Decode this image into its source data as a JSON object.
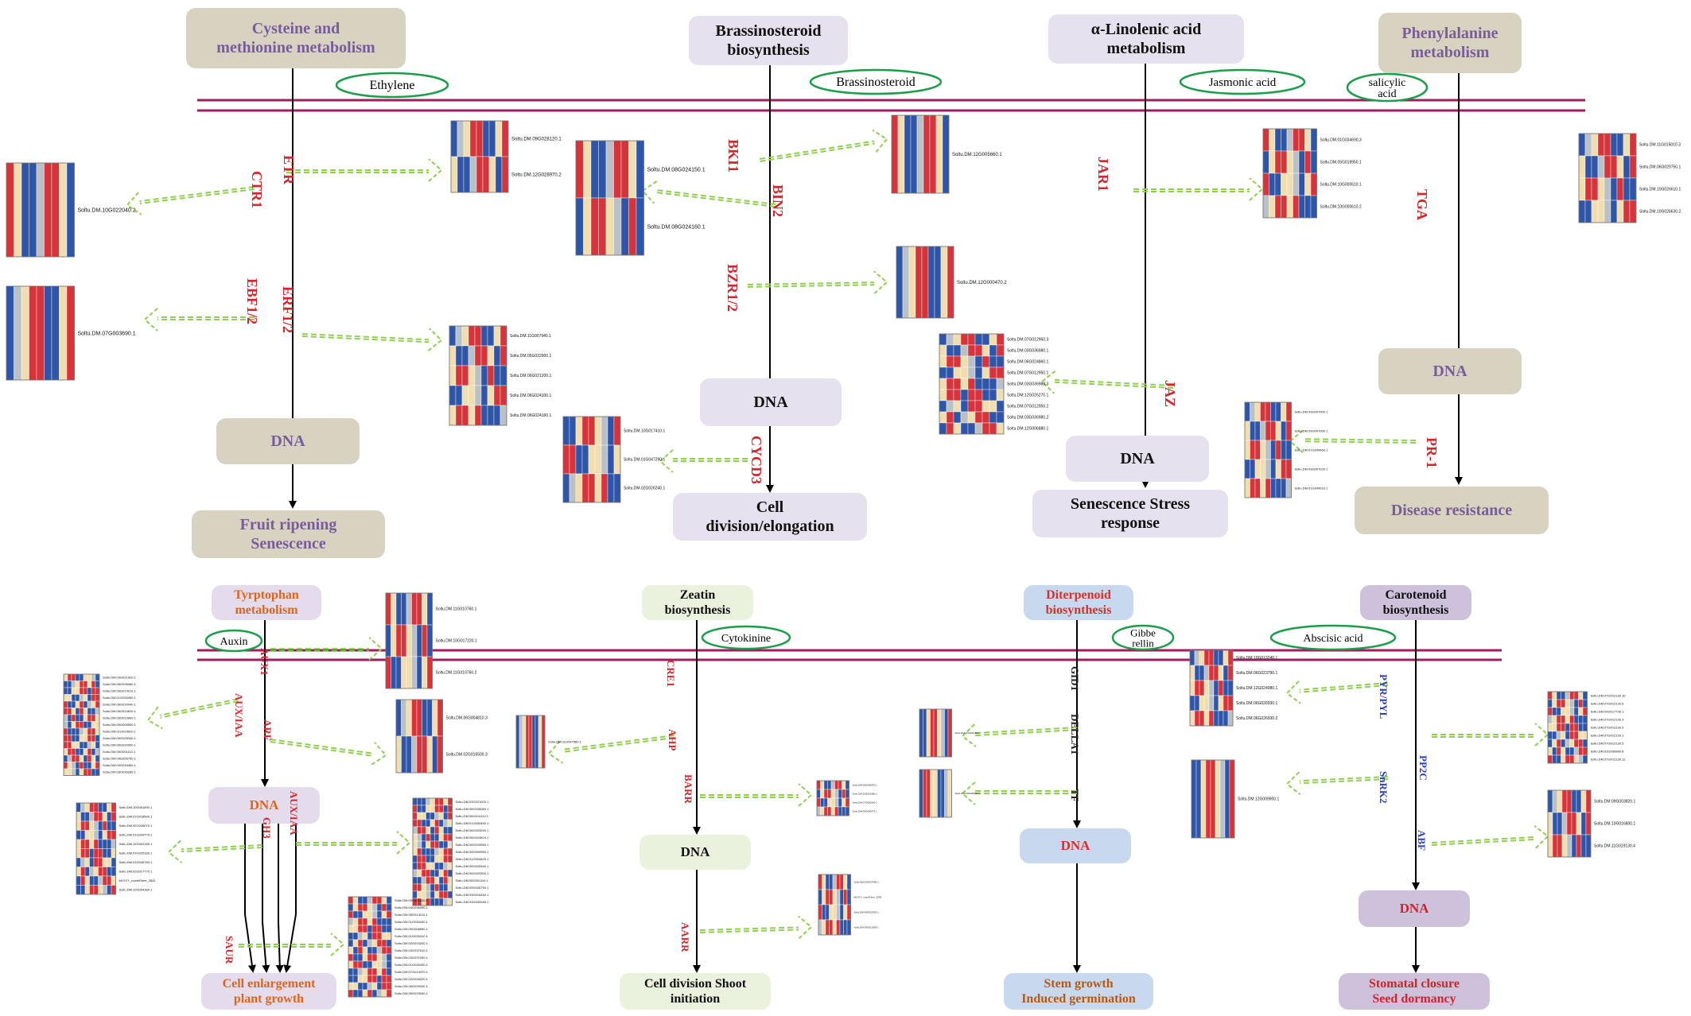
{
  "top": {
    "boxes": {
      "cysteine": "Cysteine and\nmethionine metabolism",
      "brassino": "Brassinosteroid\nbiosynthesis",
      "linolenic": "α-Linolenic acid\nmetabolism",
      "phenyl": "Phenylalanine\nmetabolism",
      "dna1": "DNA",
      "dna2": "DNA",
      "dna3": "DNA",
      "dna4": "DNA",
      "fruit": "Fruit ripening\nSenescence",
      "cell": "Cell\ndivision/elongation",
      "senescence": "Senescence Stress\nresponse",
      "disease": "Disease resistance"
    },
    "hormones": {
      "ethylene": "Ethylene",
      "brassinosteroid": "Brassinosteroid",
      "jasmonic": "Jasmonic acid",
      "salicylic": "salicylic\nacid"
    },
    "genes": {
      "etr": "ETR",
      "ctr1": "CTR1",
      "ebf": "EBF1/2",
      "erf": "ERF1/2",
      "bki1": "BKI1",
      "bin2": "BIN2",
      "bzr": "BZR1/2",
      "cycd3": "CYCD3",
      "jar1": "JAR1",
      "jaz": "JAZ",
      "tga": "TGA",
      "pr1": "PR-1"
    }
  },
  "bottom": {
    "boxes": {
      "tryptophan": "Tyrptophan\nmetabolism",
      "zeatin": "Zeatin\nbiosynthesis",
      "diterpenoid": "Diterpenoid\nbiosynthesis",
      "carotenoid": "Carotenoid\nbiosynthesis",
      "dna5": "DNA",
      "dna6": "DNA",
      "dna7": "DNA",
      "dna8": "DNA",
      "cellEnl": "Cell enlargement\nplant growth",
      "cellDiv": "Cell division Shoot\ninitiation",
      "stem": "Stem growth\nInduced germination",
      "stomatal": "Stomatal closure\nSeed dormancy"
    },
    "hormones": {
      "auxin": "Auxin",
      "cytokinine": "Cytokinine",
      "gibberellin": "Gibbe\nrellin",
      "abscisic": "Abscisic acid"
    },
    "genes": {
      "aux1": "AUX1",
      "auxiaa": "AUX/IAA",
      "arf": "ARF",
      "gh3": "GH3",
      "auxiaa2": "AUX/IAA",
      "saur": "SAUR",
      "cre1": "CRE1",
      "ahp": "AHP",
      "barr": "BARR",
      "aarr": "AARR",
      "gid1": "GID1",
      "della": "DELLA1",
      "tf": "TF",
      "pyr": "PYR/PYL",
      "pp2c": "PP2C",
      "snrk2": "SnRK2",
      "abf": "ABF"
    }
  },
  "heatmaps": {
    "ctr1": [
      "Soltu.DM.10G022040.2"
    ],
    "etr": [
      "Soltu.DM.09G028120.1",
      "Soltu.DM.12G028970.2"
    ],
    "ebf": [
      "Soltu.DM.07G003690.1"
    ],
    "erf": [
      "Soltu.DM.11G007940.1",
      "Soltu.DM.05G022900.1",
      "Soltu.DM.06G021200.1",
      "Soltu.DM.06G024100.1",
      "Soltu.DM.06G024160.1"
    ],
    "bin2": [
      "Soltu.DM.08G024150.1",
      "Soltu.DM.08G024160.1"
    ],
    "bki1": [
      "Soltu.DM.12G005660.1"
    ],
    "bzr": [
      "Soltu.DM.12G000470.2"
    ],
    "cycd3": [
      "Soltu.DM.10G017410.1",
      "Soltu.DM.01G047290.1",
      "Soltu.DM.02G026240.1"
    ],
    "jar1": [
      "Soltu.DM.01G034690.3",
      "Soltu.DM.05G018950.1",
      "Soltu.DM.10G000610.1",
      "Soltu.DM.10G000610.2"
    ],
    "jaz": [
      "Soltu.DM.07G012950.3",
      "Soltu.DM.03G036980.1",
      "Soltu.DM.06G024860.1",
      "Soltu.DM.07G012950.1",
      "Soltu.DM.03G036980.3",
      "Soltu.DM.12G026270.1",
      "Soltu.DM.07G012950.2",
      "Soltu.DM.03G036980.2",
      "Soltu.DM.12G006880.1"
    ],
    "tga": [
      "Soltu.DM.11G015010.3",
      "Soltu.DM.06G029750.1",
      "Soltu.DM.10G026610.1",
      "Soltu.DM.10G026630.2"
    ],
    "pr1": [
      "Soltu.DM.09G007000.1",
      "Soltu.DM.09G007060.1",
      "Soltu.DM.01G049560.1",
      "Soltu.DM.09G007020.1",
      "Soltu.DM.01G049010.1"
    ],
    "aux1": [
      "Soltu.DM.11G010760.1",
      "Soltu.DM.10G017220.1",
      "Soltu.DM.11G010760.2"
    ],
    "auxiaa": [
      "Soltu.DM.03G021920.1",
      "Soltu.DM.06G026080.1",
      "Soltu.DM.06G014110.1",
      "Soltu.DM.01G030450.1",
      "Soltu.DM.06G020040.1",
      "Soltu.DM.06G024810.1",
      "Soltu.DM.06G019960.1",
      "Soltu.DM.09G009950.1",
      "Soltu.DM.01G024620.1",
      "Soltu.DM.05G025340.1",
      "Soltu.DM.06G020300.1",
      "Soltu.DM.06G001110.1",
      "Soltu.DM.09G026750.1",
      "Soltu.DM.03G016450.1",
      "Soltu.DM.03G030280.1"
    ],
    "arf": [
      "Soltu.DM.06G004810.3",
      "Soltu.DM.02G016500.3"
    ],
    "gh3": [
      "Soltu.DM.10G001890.1",
      "Soltu.DM.07G018500.1",
      "Soltu.DM.02G028070.1",
      "Soltu.DM.01G049770.1",
      "Soltu.DM.12G002180.1",
      "Soltu.DM.07G025180.1",
      "Soltu.DM.01G046780.1",
      "Soltu.DM.02G017770.1",
      "MLSYY_novelGene_2841",
      "Soltu.DM.10G004360.1"
    ],
    "auxiaa2": [
      "Soltu.DM.03G021920.1",
      "Soltu.DM.06G026080.1",
      "Soltu.DM.06G014110.1",
      "Soltu.DM.01G030450.1",
      "Soltu.DM.06G020040.1",
      "Soltu.DM.06G024810.1",
      "Soltu.DM.06G019960.1",
      "Soltu.DM.09G009950.1",
      "Soltu.DM.01G024620.1",
      "Soltu.DM.05G025340.1",
      "Soltu.DM.06G020300.1",
      "Soltu.DM.06G001110.1",
      "Soltu.DM.09G026750.1",
      "Soltu.DM.03G016450.1",
      "Soltu.DM.03G030280.1"
    ],
    "saur": [
      "Soltu.DM.03G021620.1",
      "Soltu.DM.04G036390.1",
      "Soltu.DM.05G014110.1",
      "Soltu.DM.01G030430.1",
      "Soltu.DM.09G006650.1",
      "Soltu.DM.01G030410.1",
      "Soltu.DM.02G024200.1",
      "Soltu.DM.03G037610.1",
      "Soltu.DM.03G037040.1",
      "Soltu.DM.01G030430.1",
      "Soltu.DM.07G013370.1",
      "Soltu.DM.02G026220.1",
      "Soltu.DM.06G029430.1",
      "Soltu.DM.05G019030.1"
    ],
    "ahp": [
      "Soltu.DM.01G047560.1"
    ],
    "barr": [
      "Soltu.DM.05G000470.1",
      "Soltu.DM.10G021960.1",
      "Soltu.DM.07G000240.1",
      "Soltu.DM.05G000472.1"
    ],
    "aarr": [
      "Soltu.DM.02G027940.1",
      "MLSYY_novelGene_2093",
      "Soltu.DM.04G012420.1",
      "Soltu.DM.06G011030.1"
    ],
    "della": [
      "Soltu.DM.11G022150.1"
    ],
    "tf": [
      "Soltu.DM.03G023050.1"
    ],
    "pyr": [
      "Soltu.DM.10G013240.1",
      "Soltu.DM.06G023790.1",
      "Soltu.DM.12G024980.1",
      "Soltu.DM.06G026930.1",
      "Soltu.DM.06G026930.2"
    ],
    "snrk2": [
      "Soltu.DM.12G009900.1"
    ],
    "pp2c": [
      "Soltu.DM.07G012130.10",
      "Soltu.DM.07G012130.6",
      "Soltu.DM.09G017730.1",
      "Soltu.DM.07G012130.3",
      "Soltu.DM.07G012130.9",
      "Soltu.DM.07G012130.1",
      "Soltu.DM.07G012130.5",
      "Soltu.DM.03G036980.8",
      "Soltu.DM.07G012130.12"
    ],
    "abf": [
      "Soltu.DM.09G003820.1",
      "Soltu.DM.10G016800.1",
      "Soltu.DM.11G019130.4"
    ]
  },
  "colors": {
    "red_label": "#d8242a",
    "arrow": "#8fd14f",
    "membrane": "#a01d5e",
    "ellipse": "#1a9e4a",
    "hm_blue": "#2e55a8",
    "hm_red": "#d4343a",
    "hm_cream": "#f1deb0",
    "hm_grey": "#b9c1c6"
  }
}
